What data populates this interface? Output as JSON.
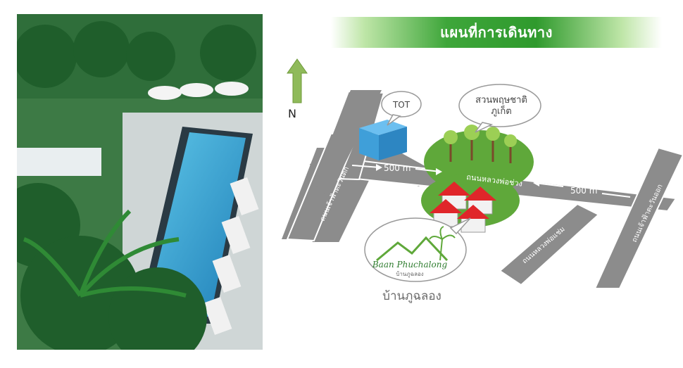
{
  "title": "แผนที่การเดินทาง",
  "compass": {
    "label": "N"
  },
  "landmarks": {
    "tot": "TOT",
    "park": "สวนพฤษชาติ\nภูเก็ต",
    "resort_logo": "Baan Phuchalong",
    "resort_logo_sub": "บ้านภูฉลอง",
    "resort_name": "บ้านภูฉลอง"
  },
  "roads": {
    "main_road": "ถนนหลวงพ่อช่วง",
    "west_road": "ถนนเจ้าฟ้าตะวันตก",
    "east_road": "ถนนเจ้าฟ้าตะวันออก",
    "south_road": "ถนนหลวงพ่อแช่ม"
  },
  "distances": {
    "west": "500 m",
    "east": "500 m"
  },
  "colors": {
    "road": "#8c8c8c",
    "road_edge": "#ffffff",
    "park_green": "#5fa83a",
    "tot_blue": "#3f9fd9",
    "roof_red": "#e0262a",
    "title_green": "#2f9a2d"
  }
}
